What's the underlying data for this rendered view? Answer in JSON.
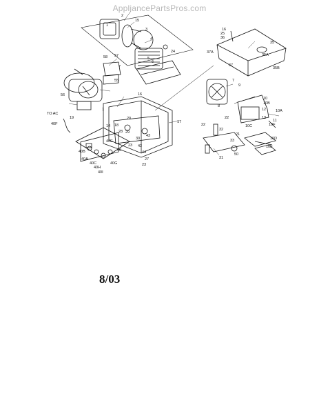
{
  "watermark": "AppliancePartsPros.com",
  "date_label": "8/03",
  "callouts": [
    {
      "id": "c2",
      "label": "2"
    },
    {
      "id": "c1",
      "label": "1"
    },
    {
      "id": "c15",
      "label": "15"
    },
    {
      "id": "c3",
      "label": "3"
    },
    {
      "id": "c4",
      "label": "4"
    },
    {
      "id": "c5",
      "label": "5"
    },
    {
      "id": "c6",
      "label": "6"
    },
    {
      "id": "c58",
      "label": "58"
    },
    {
      "id": "c57",
      "label": "57"
    },
    {
      "id": "c7",
      "label": "7"
    },
    {
      "id": "c24",
      "label": "24"
    },
    {
      "id": "c55",
      "label": "55"
    },
    {
      "id": "c56",
      "label": "56"
    },
    {
      "id": "c1b",
      "label": "1"
    },
    {
      "id": "c16",
      "label": "16"
    },
    {
      "id": "c19",
      "label": "19"
    },
    {
      "id": "c14",
      "label": "14"
    },
    {
      "id": "c18",
      "label": "18"
    },
    {
      "id": "c20",
      "label": "20"
    },
    {
      "id": "c17",
      "label": "17"
    },
    {
      "id": "c28",
      "label": "28"
    },
    {
      "id": "c29",
      "label": "29"
    },
    {
      "id": "c23",
      "label": "23"
    },
    {
      "id": "c43",
      "label": "43"
    },
    {
      "id": "c40",
      "label": "40"
    },
    {
      "id": "c42",
      "label": "42"
    },
    {
      "id": "c30",
      "label": "30"
    },
    {
      "id": "c40b",
      "label": "40B"
    },
    {
      "id": "c40e",
      "label": "40E"
    },
    {
      "id": "c40a",
      "label": "40A"
    },
    {
      "id": "c40c",
      "label": "40C"
    },
    {
      "id": "c40h",
      "label": "40H"
    },
    {
      "id": "c40i",
      "label": "40I"
    },
    {
      "id": "c40g",
      "label": "40G"
    },
    {
      "id": "c44",
      "label": "44"
    },
    {
      "id": "c27",
      "label": "27"
    },
    {
      "id": "c23b",
      "label": "23"
    },
    {
      "id": "c16b",
      "label": "16"
    },
    {
      "id": "c25",
      "label": "25"
    },
    {
      "id": "c36",
      "label": "36"
    },
    {
      "id": "c37a",
      "label": "37A"
    },
    {
      "id": "c37",
      "label": "37"
    },
    {
      "id": "c35a",
      "label": "35A"
    },
    {
      "id": "c35",
      "label": "35"
    },
    {
      "id": "c35b",
      "label": "35B"
    },
    {
      "id": "c7b",
      "label": "7"
    },
    {
      "id": "c9",
      "label": "9"
    },
    {
      "id": "c8",
      "label": "8"
    },
    {
      "id": "c10",
      "label": "10"
    },
    {
      "id": "c10b",
      "label": "10B"
    },
    {
      "id": "c12",
      "label": "12"
    },
    {
      "id": "c10a",
      "label": "10A"
    },
    {
      "id": "c13",
      "label": "13"
    },
    {
      "id": "c11",
      "label": "11"
    },
    {
      "id": "c10f",
      "label": "10F"
    },
    {
      "id": "c10c",
      "label": "10C"
    },
    {
      "id": "c10d",
      "label": "10D"
    },
    {
      "id": "c10e",
      "label": "10E"
    },
    {
      "id": "c22",
      "label": "22"
    },
    {
      "id": "c22b",
      "label": "22"
    },
    {
      "id": "c32",
      "label": "32"
    },
    {
      "id": "c21",
      "label": "21"
    },
    {
      "id": "c33",
      "label": "33"
    },
    {
      "id": "c31",
      "label": "31"
    },
    {
      "id": "c50",
      "label": "50"
    },
    {
      "id": "ctoac",
      "label": "TO AC"
    },
    {
      "id": "c40f",
      "label": "40F"
    }
  ]
}
